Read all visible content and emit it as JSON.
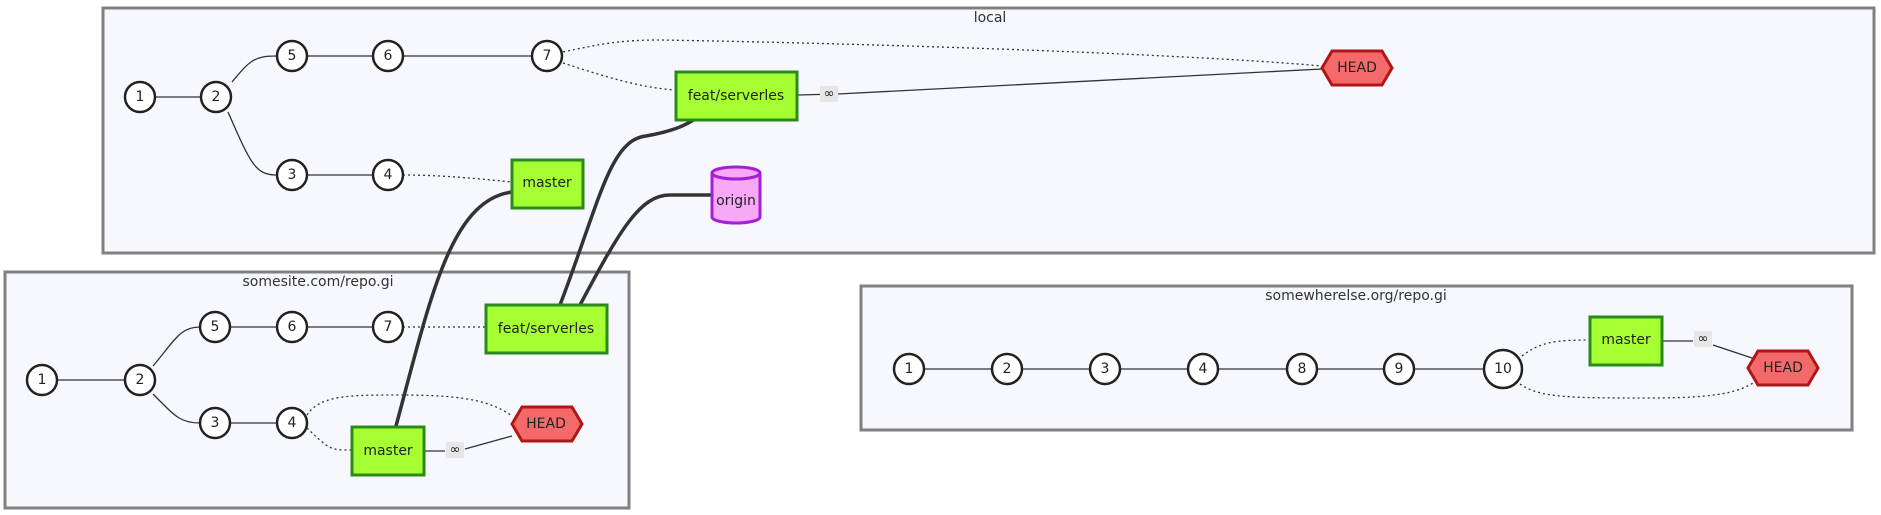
{
  "clusters": {
    "local": "local",
    "somesite": "somesite.com/repo.gi",
    "somewhere": "somewherelse.org/repo.gi"
  },
  "local": {
    "commits": [
      "1",
      "2",
      "5",
      "6",
      "7",
      "3",
      "4"
    ],
    "branches": {
      "feat": "feat/serverles",
      "master": "master"
    },
    "head": "HEAD",
    "remote": "origin",
    "link_icon": "link-icon"
  },
  "somesite": {
    "commits": [
      "1",
      "2",
      "5",
      "6",
      "7",
      "3",
      "4"
    ],
    "branches": {
      "feat": "feat/serverles",
      "master": "master"
    },
    "head": "HEAD",
    "link_icon": "link-icon"
  },
  "somewhere": {
    "commits": [
      "1",
      "2",
      "3",
      "4",
      "8",
      "9",
      "10"
    ],
    "branches": {
      "master": "master"
    },
    "head": "HEAD",
    "link_icon": "link-icon"
  },
  "colors": {
    "branch_fill": "#a6ff33",
    "branch_stroke": "#2a8a1c",
    "head_fill": "#f46a6a",
    "head_stroke": "#b11616",
    "remote_fill": "#f7a8f7",
    "remote_stroke": "#a320d6",
    "cluster_fill": "#f7f8fd",
    "cluster_stroke": "#808080"
  }
}
